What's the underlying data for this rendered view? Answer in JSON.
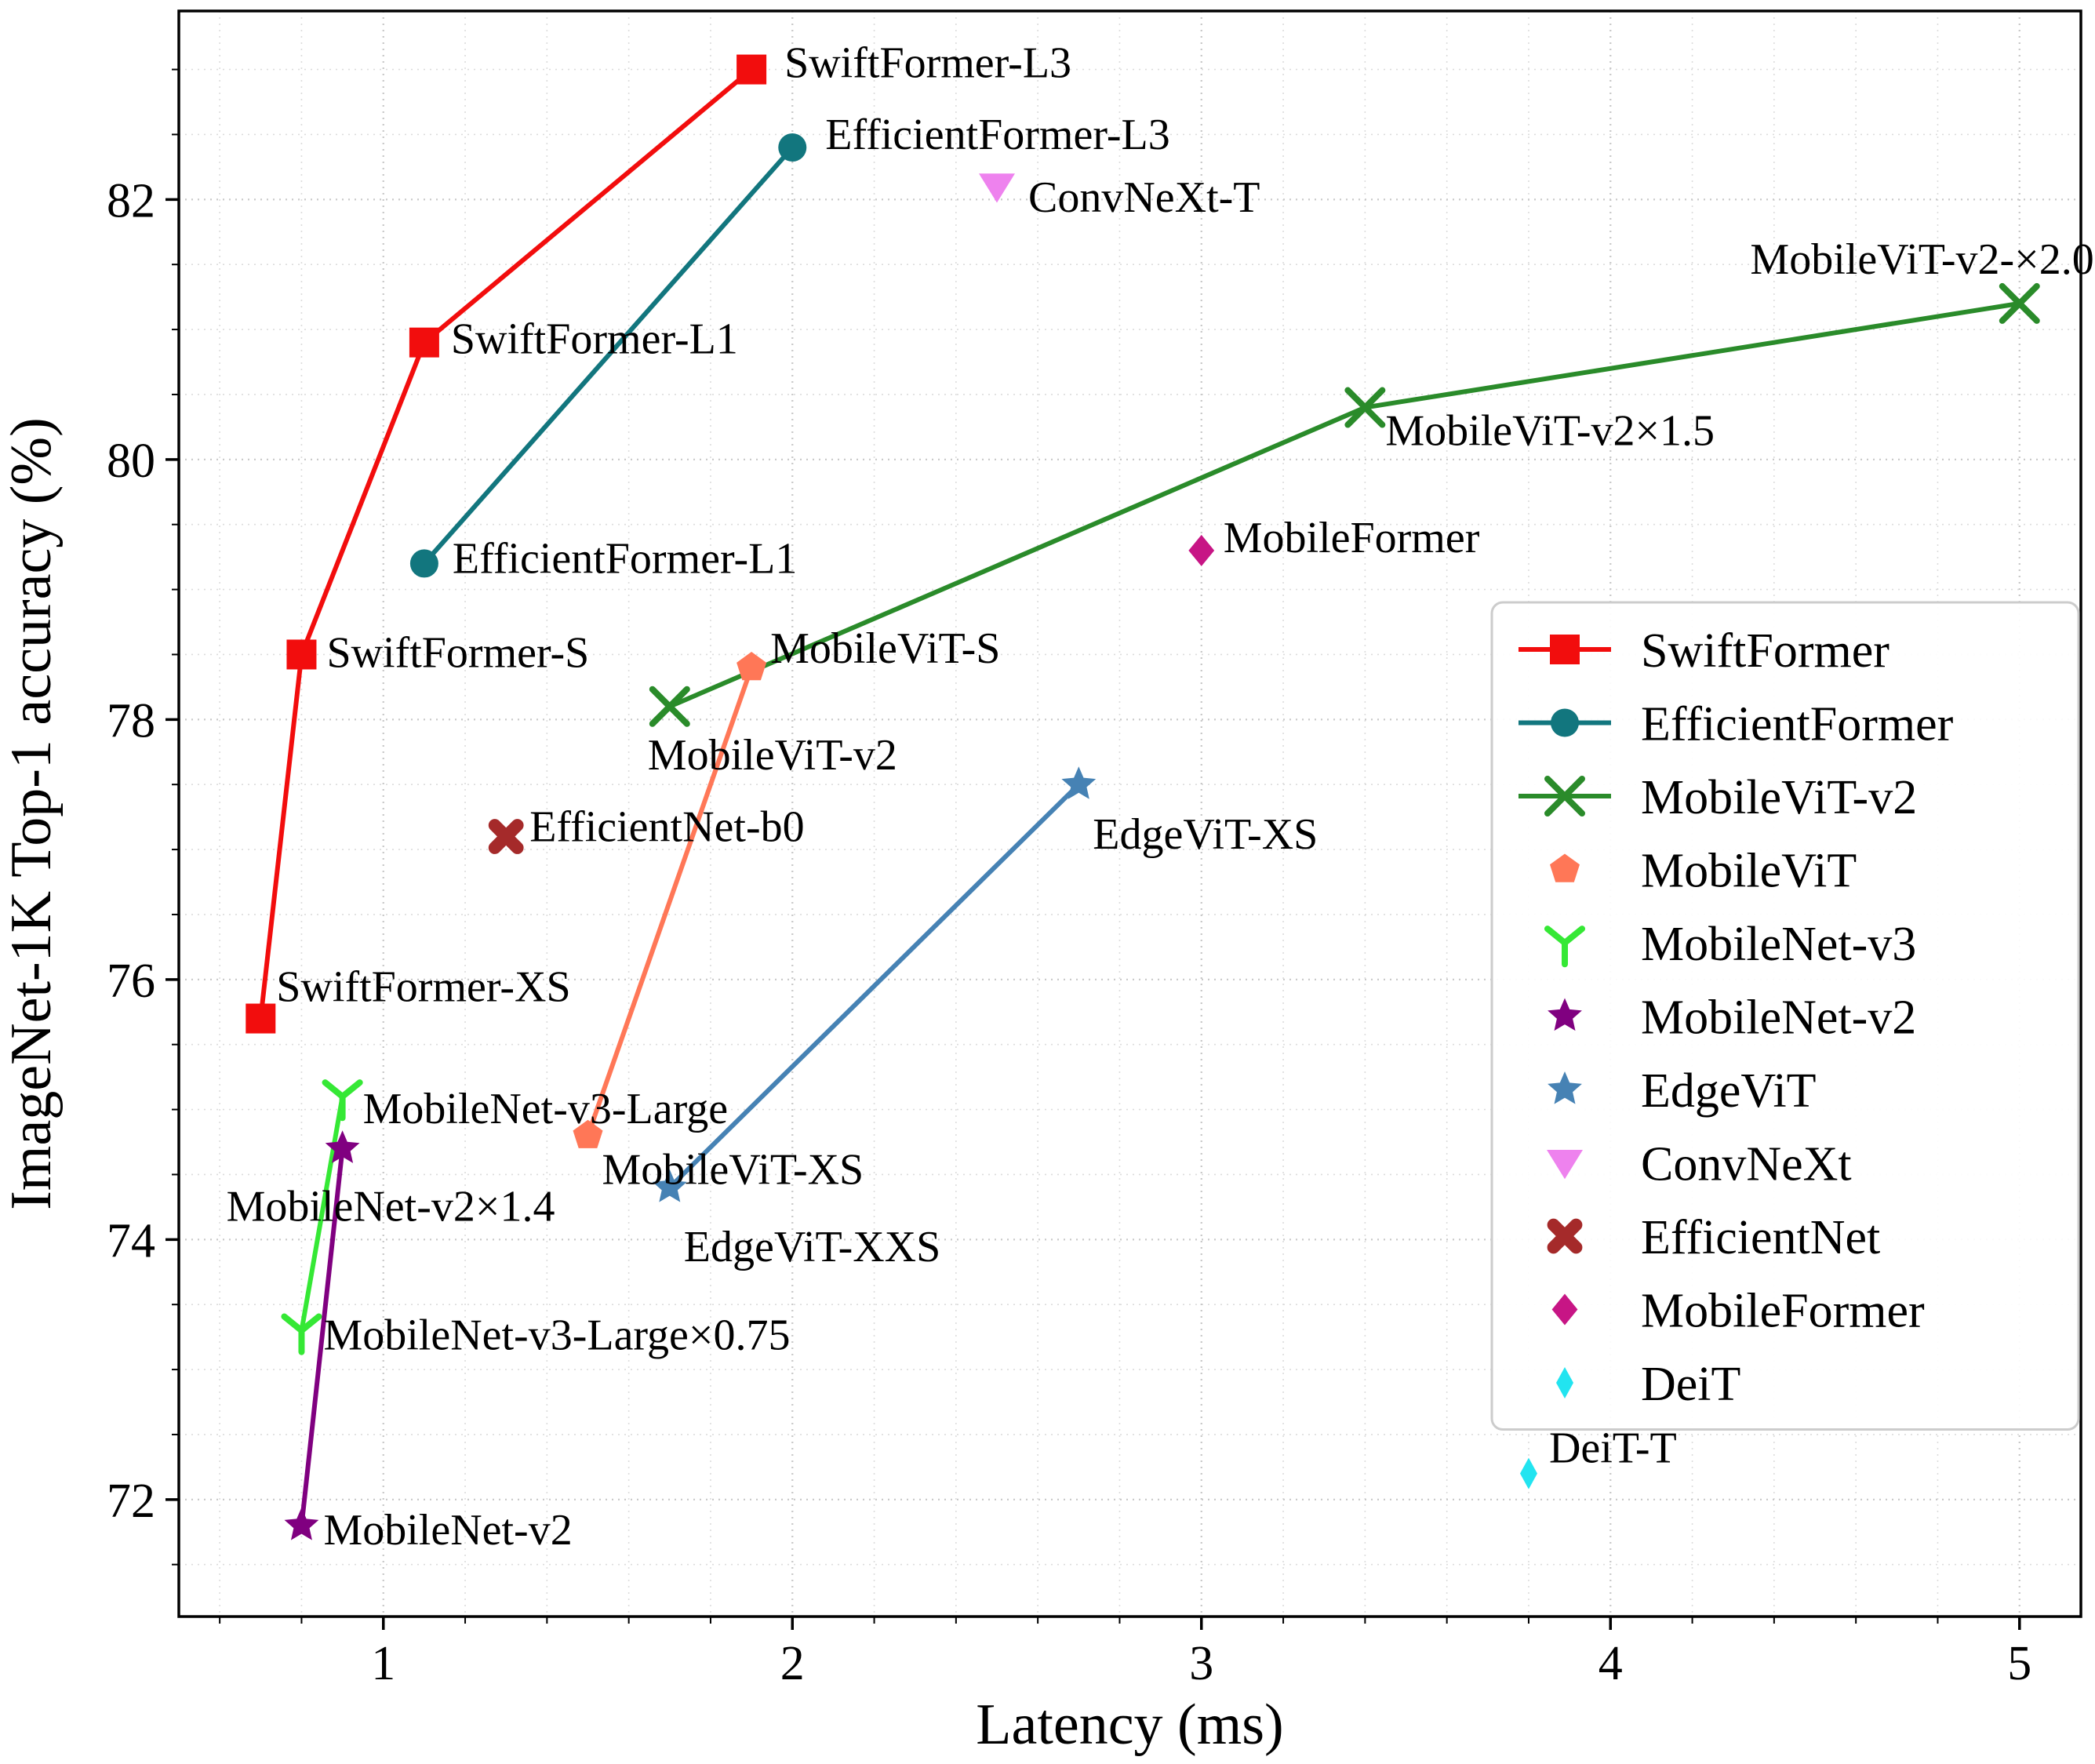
{
  "chart_data": {
    "type": "scatter",
    "title": "",
    "xlabel": "Latency (ms)",
    "ylabel": "ImageNet-1K Top-1 accuracy (%)",
    "xlim": [
      0.5,
      5.15
    ],
    "ylim": [
      71.1,
      83.45
    ],
    "xticks": [
      1,
      2,
      3,
      4,
      5
    ],
    "yticks": [
      72,
      74,
      76,
      78,
      80,
      82
    ],
    "grid": true,
    "legend_position": "center-right",
    "series": [
      {
        "name": "SwiftFormer",
        "color": "#f20d0d",
        "marker": "square",
        "line": true,
        "legend_line": true,
        "points": [
          {
            "x": 0.7,
            "y": 75.7,
            "label": "SwiftFormer-XS",
            "dx": 20,
            "dy": -22,
            "anchor": "start"
          },
          {
            "x": 0.8,
            "y": 78.5,
            "label": "SwiftFormer-S",
            "dx": 32,
            "dy": 16,
            "anchor": "start"
          },
          {
            "x": 1.1,
            "y": 80.9,
            "label": "SwiftFormer-L1",
            "dx": 34,
            "dy": 14,
            "anchor": "start"
          },
          {
            "x": 1.9,
            "y": 83.0,
            "label": "SwiftFormer-L3",
            "dx": 42,
            "dy": 10,
            "anchor": "start"
          }
        ]
      },
      {
        "name": "EfficientFormer",
        "color": "#12767e",
        "marker": "circle",
        "line": true,
        "legend_line": true,
        "points": [
          {
            "x": 1.1,
            "y": 79.2,
            "label": "EfficientFormer-L1",
            "dx": 36,
            "dy": 12,
            "anchor": "start"
          },
          {
            "x": 2.0,
            "y": 82.4,
            "label": "EfficientFormer-L3",
            "dx": 42,
            "dy": 2,
            "anchor": "start"
          }
        ]
      },
      {
        "name": "MobileViT-v2",
        "color": "#2a8b2a",
        "marker": "x",
        "line": true,
        "legend_line": true,
        "points": [
          {
            "x": 1.7,
            "y": 78.1,
            "label": "MobileViT-v2",
            "dx": -28,
            "dy": 80,
            "anchor": "start"
          },
          {
            "x": 3.4,
            "y": 80.4,
            "label": "MobileViT-v2×1.5",
            "dx": 26,
            "dy": 48,
            "anchor": "start"
          },
          {
            "x": 5.0,
            "y": 81.2,
            "label": "MobileViT-v2-×2.0",
            "dx": 95,
            "dy": -38,
            "anchor": "end"
          }
        ]
      },
      {
        "name": "MobileViT",
        "color": "#ff7757",
        "marker": "pentagon",
        "line": true,
        "legend_line": false,
        "points": [
          {
            "x": 1.5,
            "y": 74.8,
            "label": "MobileViT-XS",
            "dx": 18,
            "dy": 62,
            "anchor": "start"
          },
          {
            "x": 1.9,
            "y": 78.4,
            "label": "MobileViT-S",
            "dx": 24,
            "dy": -6,
            "anchor": "start"
          }
        ]
      },
      {
        "name": "MobileNet-v3",
        "color": "#35e835",
        "marker": "y-lines",
        "line": true,
        "legend_line": false,
        "points": [
          {
            "x": 0.8,
            "y": 73.3,
            "label": "MobileNet-v3-Large×0.75",
            "dx": 28,
            "dy": 24,
            "anchor": "start"
          },
          {
            "x": 0.9,
            "y": 75.1,
            "label": "MobileNet-v3-Large",
            "dx": 26,
            "dy": 34,
            "anchor": "start"
          }
        ]
      },
      {
        "name": "MobileNet-v2",
        "color": "#800080",
        "marker": "star",
        "line": true,
        "legend_line": false,
        "points": [
          {
            "x": 0.8,
            "y": 71.8,
            "label": "MobileNet-v2",
            "dx": 28,
            "dy": 24,
            "anchor": "start"
          },
          {
            "x": 0.9,
            "y": 74.7,
            "label": "MobileNet-v2×1.4",
            "dx": -148,
            "dy": 92,
            "anchor": "start"
          }
        ]
      },
      {
        "name": "EdgeViT",
        "color": "#4682b4",
        "marker": "star",
        "line": true,
        "legend_line": false,
        "points": [
          {
            "x": 1.7,
            "y": 74.4,
            "label": "EdgeViT-XXS",
            "dx": 18,
            "dy": 94,
            "anchor": "start"
          },
          {
            "x": 2.7,
            "y": 77.5,
            "label": "EdgeViT-XS",
            "dx": 18,
            "dy": 82,
            "anchor": "start"
          }
        ]
      },
      {
        "name": "ConvNeXt",
        "color": "#ee82ee",
        "marker": "triangle-down",
        "line": false,
        "legend_line": false,
        "points": [
          {
            "x": 2.5,
            "y": 82.1,
            "label": "ConvNeXt-T",
            "dx": 40,
            "dy": 32,
            "anchor": "start"
          }
        ]
      },
      {
        "name": "EfficientNet",
        "color": "#a52a2a",
        "marker": "bold-x",
        "line": false,
        "legend_line": false,
        "points": [
          {
            "x": 1.3,
            "y": 77.1,
            "label": "EfficientNet-b0",
            "dx": 30,
            "dy": 6,
            "anchor": "start"
          }
        ]
      },
      {
        "name": "MobileFormer",
        "color": "#c71585",
        "marker": "diamond",
        "line": false,
        "legend_line": false,
        "points": [
          {
            "x": 3.0,
            "y": 79.3,
            "label": "MobileFormer",
            "dx": 28,
            "dy": 2,
            "anchor": "start"
          }
        ]
      },
      {
        "name": "DeiT",
        "color": "#22e4f0",
        "marker": "thin-diamond",
        "line": false,
        "legend_line": false,
        "points": [
          {
            "x": 3.8,
            "y": 72.2,
            "label": "DeiT-T",
            "dx": 26,
            "dy": -14,
            "anchor": "start"
          }
        ]
      }
    ]
  }
}
